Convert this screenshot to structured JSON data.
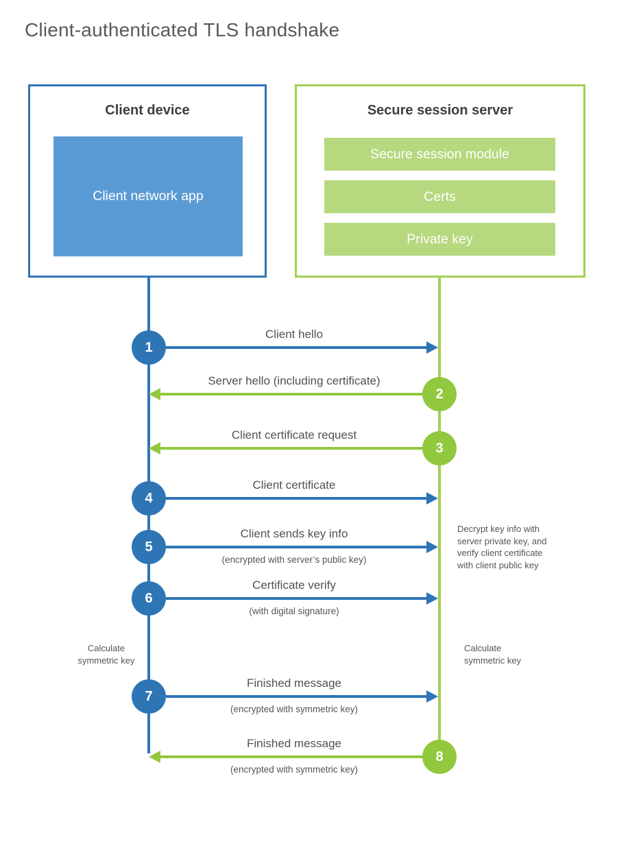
{
  "title": "Client-authenticated TLS handshake",
  "client_box": {
    "title": "Client device",
    "app_label": "Client network app"
  },
  "server_box": {
    "title": "Secure session server",
    "modules": [
      "Secure session module",
      "Certs",
      "Private key"
    ]
  },
  "steps": [
    {
      "number": "1",
      "label": "Client hello",
      "sublabel": "",
      "from": "client",
      "direction": "right"
    },
    {
      "number": "2",
      "label": "Server hello (including certificate)",
      "sublabel": "",
      "from": "server",
      "direction": "left"
    },
    {
      "number": "3",
      "label": "Client certificate request",
      "sublabel": "",
      "from": "server",
      "direction": "left"
    },
    {
      "number": "4",
      "label": "Client certificate",
      "sublabel": "",
      "from": "client",
      "direction": "right"
    },
    {
      "number": "5",
      "label": "Client sends key info",
      "sublabel": "(encrypted with server’s public key)",
      "from": "client",
      "direction": "right"
    },
    {
      "number": "6",
      "label": "Certificate verify",
      "sublabel": "(with digital signature)",
      "from": "client",
      "direction": "right"
    },
    {
      "number": "7",
      "label": "Finished message",
      "sublabel": "(encrypted with symmetric key)",
      "from": "client",
      "direction": "right"
    },
    {
      "number": "8",
      "label": "Finished message",
      "sublabel": "(encrypted with symmetric key)",
      "from": "server",
      "direction": "left"
    }
  ],
  "notes": {
    "decrypt": "Decrypt key info with\nserver private key, and\nverify client certificate\nwith client public key",
    "calc_left": "Calculate\nsymmetric key",
    "calc_right": "Calculate\nsymmetric key"
  },
  "colors": {
    "blue": "#2e75b6",
    "blue_fill": "#5b9bd5",
    "green": "#92c83e",
    "green_border": "#a4cf55",
    "green_fill": "#b6d87e",
    "text": "#4f5156"
  }
}
